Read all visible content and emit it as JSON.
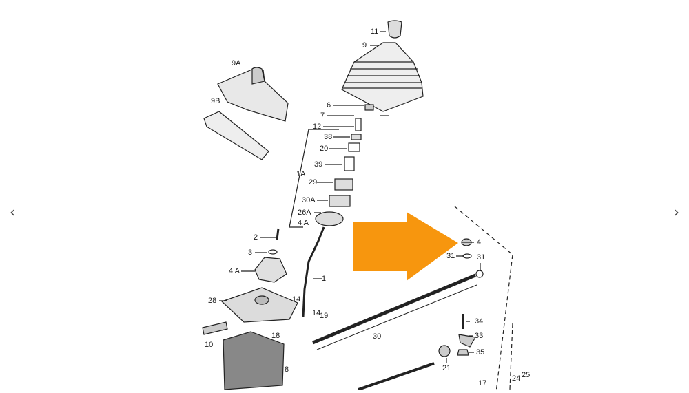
{
  "navigation": {
    "prev_icon": "chevron-left-icon",
    "prev_glyph": "‹",
    "next_icon": "chevron-right-icon",
    "next_glyph": "›"
  },
  "highlight": {
    "icon": "right-arrow-icon",
    "color": "#f7960e"
  },
  "diagram": {
    "line_color": "#222222",
    "fill_color": "#e8e8e8",
    "callouts": [
      {
        "id": "11",
        "text": "11"
      },
      {
        "id": "9",
        "text": "9"
      },
      {
        "id": "9A",
        "text": "9A"
      },
      {
        "id": "9B",
        "text": "9B"
      },
      {
        "id": "6",
        "text": "6"
      },
      {
        "id": "7",
        "text": "7"
      },
      {
        "id": "12",
        "text": "12"
      },
      {
        "id": "38",
        "text": "38"
      },
      {
        "id": "20",
        "text": "20"
      },
      {
        "id": "39",
        "text": "39"
      },
      {
        "id": "1A",
        "text": "1A"
      },
      {
        "id": "29",
        "text": "29"
      },
      {
        "id": "30A",
        "text": "30A"
      },
      {
        "id": "26A",
        "text": "26A"
      },
      {
        "id": "4A-upper",
        "text": "4 A"
      },
      {
        "id": "2",
        "text": "2"
      },
      {
        "id": "3",
        "text": "3"
      },
      {
        "id": "4A-lower",
        "text": "4 A"
      },
      {
        "id": "1",
        "text": "1"
      },
      {
        "id": "28",
        "text": "28"
      },
      {
        "id": "14a",
        "text": "14"
      },
      {
        "id": "14b",
        "text": "14"
      },
      {
        "id": "19",
        "text": "19"
      },
      {
        "id": "10",
        "text": "10"
      },
      {
        "id": "18",
        "text": "18"
      },
      {
        "id": "8",
        "text": "8"
      },
      {
        "id": "30",
        "text": "30"
      },
      {
        "id": "4",
        "text": "4"
      },
      {
        "id": "31a",
        "text": "31"
      },
      {
        "id": "31b",
        "text": "31"
      },
      {
        "id": "34",
        "text": "34"
      },
      {
        "id": "33",
        "text": "33"
      },
      {
        "id": "35",
        "text": "35"
      },
      {
        "id": "21",
        "text": "21"
      },
      {
        "id": "17",
        "text": "17"
      },
      {
        "id": "24",
        "text": "24"
      },
      {
        "id": "25",
        "text": "25"
      }
    ]
  }
}
